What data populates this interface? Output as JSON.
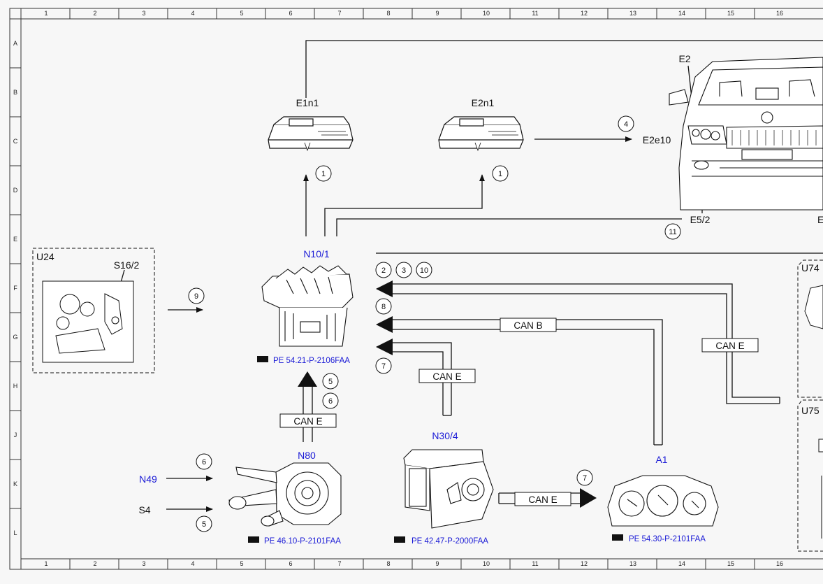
{
  "grid": {
    "columns": [
      "1",
      "2",
      "3",
      "4",
      "5",
      "6",
      "7",
      "8",
      "9",
      "10",
      "11",
      "12",
      "13",
      "14",
      "15",
      "16"
    ],
    "rows": [
      "A",
      "B",
      "C",
      "D",
      "E",
      "F",
      "G",
      "H",
      "J",
      "K",
      "L"
    ]
  },
  "components": {
    "e1n1": "E1n1",
    "e2n1": "E2n1",
    "e2": "E2",
    "e2e10": "E2e10",
    "e52": "E5/2",
    "e_partial": "E",
    "n101": "N10/1",
    "u24": "U24",
    "s162": "S16/2",
    "u74": "U74",
    "u75": "U75",
    "n80": "N80",
    "n304": "N30/4",
    "a1": "A1",
    "n49": "N49",
    "s4": "S4"
  },
  "references": {
    "n101": "PE 54.21-P-2106FAA",
    "n80": "PE 46.10-P-2101FAA",
    "n304": "PE 42.47-P-2000FAA",
    "a1": "PE 54.30-P-2101FAA"
  },
  "buses": {
    "can_b": "CAN B",
    "can_e1": "CAN E",
    "can_e2": "CAN E",
    "can_e3": "CAN E",
    "can_e4": "CAN E"
  },
  "markers": {
    "m1a": "1",
    "m1b": "1",
    "m4": "4",
    "m11": "11",
    "m2": "2",
    "m3": "3",
    "m10": "10",
    "m8": "8",
    "m7a": "7",
    "m9": "9",
    "m5a": "5",
    "m6a": "6",
    "m6b": "6",
    "m5b": "5",
    "m7b": "7"
  },
  "colors": {
    "blue_label": "#1a1ad6",
    "line": "#111111"
  }
}
